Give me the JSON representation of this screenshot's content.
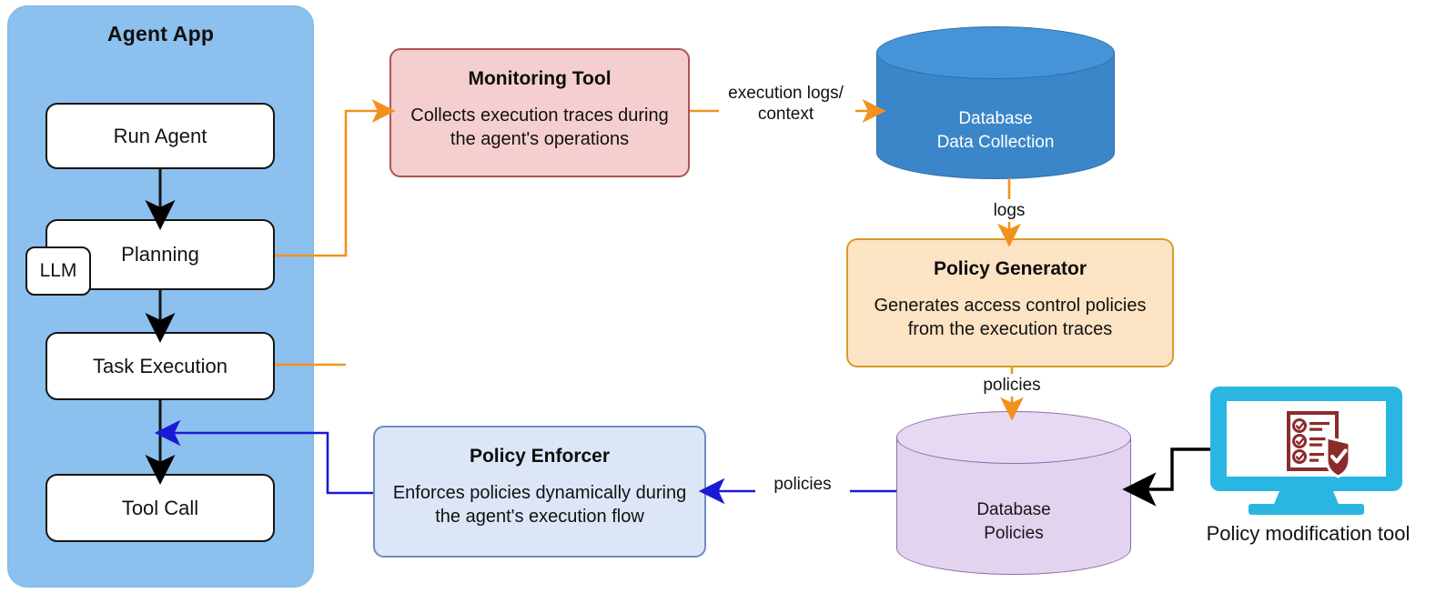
{
  "diagram": {
    "title": "Agent access-control policy generation and enforcement architecture",
    "colors": {
      "agent_app_fill": "#8CC0EE",
      "monitoring_fill": "#F5CFCF",
      "monitoring_stroke": "#B05252",
      "policy_generator_fill": "#FCE3C3",
      "policy_generator_stroke": "#D79B2B",
      "policy_enforcer_fill": "#DCE6F7",
      "policy_enforcer_stroke": "#6C8CC0",
      "db_collection_fill": "#3A86C8",
      "db_policies_fill": "#E2D3EF",
      "db_policies_stroke": "#8D6BA8",
      "monitor_fill": "#29B6E3",
      "icon_red": "#8C2B2B",
      "arrow_orange": "#F2921D",
      "arrow_blue": "#1A1AD6",
      "arrow_black": "#000000"
    }
  },
  "agent_app": {
    "title": "Agent App",
    "llm_label": "LLM",
    "steps": [
      {
        "label": "Run Agent"
      },
      {
        "label": "Planning"
      },
      {
        "label": "Task Execution"
      },
      {
        "label": "Tool Call"
      }
    ]
  },
  "monitoring_tool": {
    "title": "Monitoring Tool",
    "description": "Collects execution traces during the agent's operations"
  },
  "db_collection": {
    "line1": "Database",
    "line2": "Data Collection"
  },
  "policy_generator": {
    "title": "Policy Generator",
    "description": "Generates access control policies from the execution traces"
  },
  "db_policies": {
    "line1": "Database",
    "line2": "Policies"
  },
  "policy_enforcer": {
    "title": "Policy Enforcer",
    "description": "Enforces policies dynamically during the agent's execution flow"
  },
  "policy_modification_tool": {
    "caption": "Policy modification tool",
    "icon": "checklist-shield-icon"
  },
  "edges": [
    {
      "id": "exec-logs",
      "label": "execution logs/\ncontext",
      "label_line1": "execution logs/",
      "label_line2": "context",
      "color": "#F2921D"
    },
    {
      "id": "logs",
      "label": "logs",
      "color": "#F2921D"
    },
    {
      "id": "policies-to-db",
      "label": "policies",
      "color": "#F2921D"
    },
    {
      "id": "policies-to-enforcer",
      "label": "policies",
      "color": "#1A1AD6"
    }
  ]
}
